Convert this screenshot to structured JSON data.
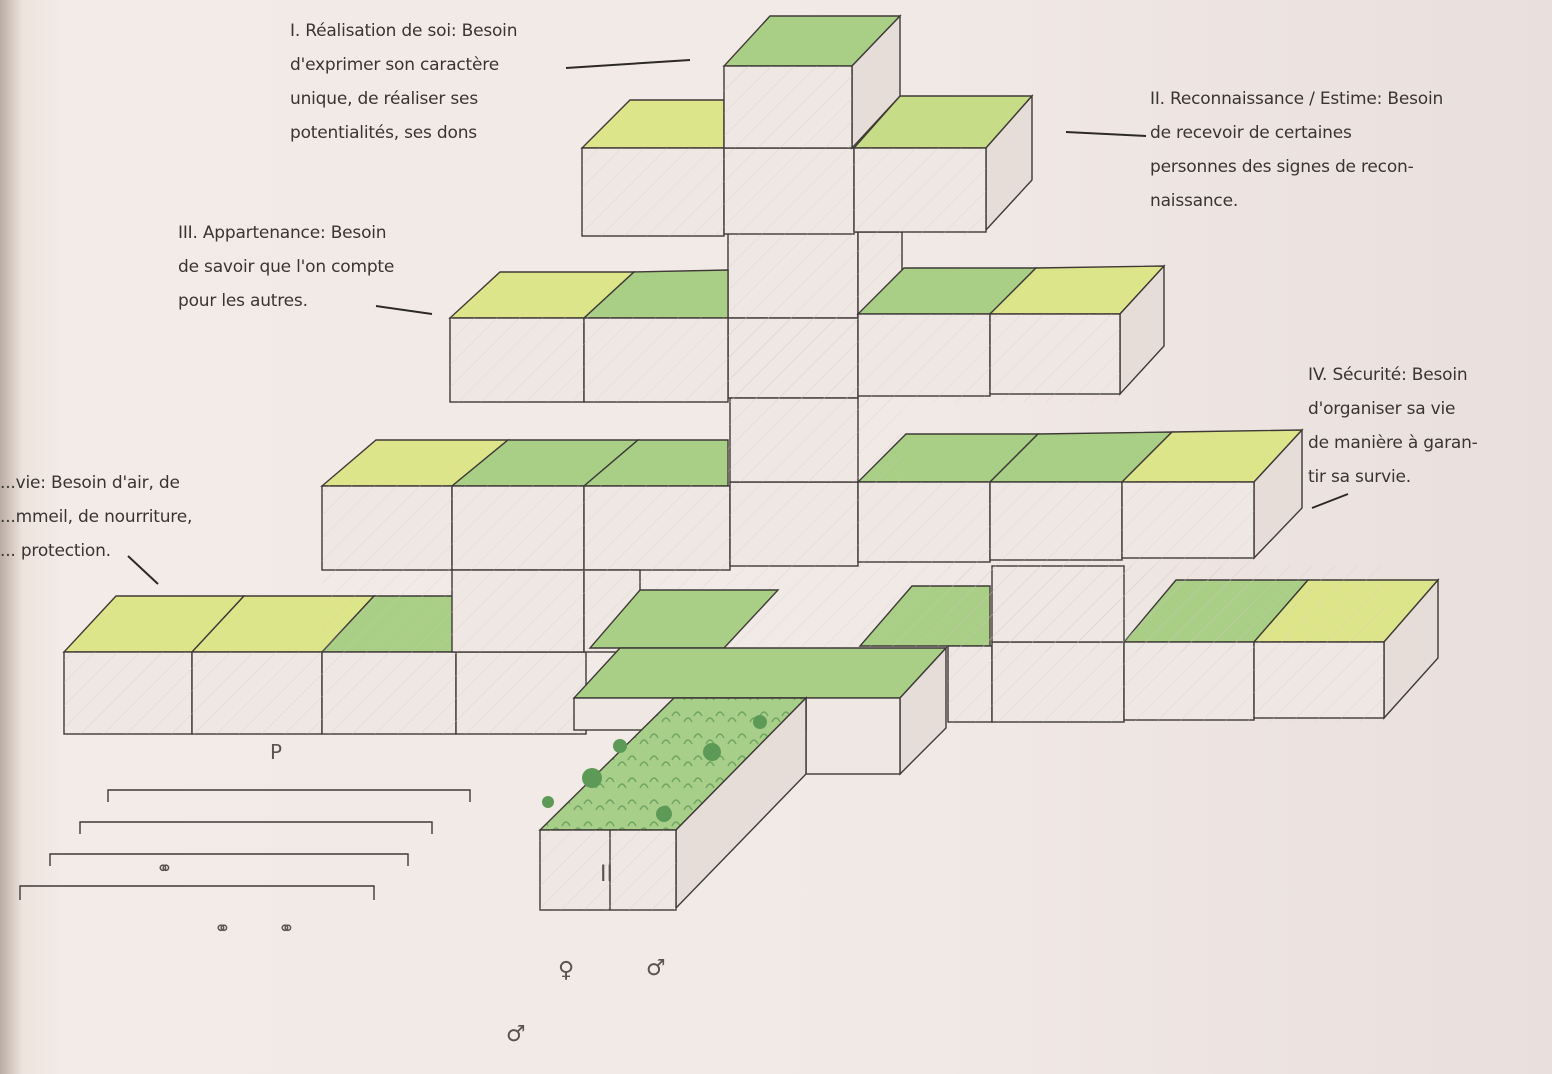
{
  "colors": {
    "paper": "#f1e9e6",
    "lime_top": "#dde58a",
    "green_top": "#a9cf86",
    "mixed_top": "#c7dc86",
    "pencil": "#3f3a36"
  },
  "labels": {
    "realisation": "I. Réalisation de soi: Besoin\nd'exprimer son caractère\nunique, de réaliser ses\npotentialités, ses dons",
    "reconnaissance": "II. Reconnaissance / Estime: Besoin\nde recevoir de certaines\npersonnes des signes de recon-\nnaissance.",
    "appartenance": "III. Appartenance: Besoin\nde savoir que l'on compte\npour les autres.",
    "securite": "IV. Sécurité: Besoin\nd'organiser sa vie\nde manière à garan-\ntir sa survie.",
    "survie": "...vie: Besoin d'air, de\n...mmeil, de nourriture,\n... protection."
  },
  "marks": {
    "scale_mark": "P",
    "entrance_mark": "II"
  },
  "icons": [
    "bicycle-icon",
    "bicycle-icon",
    "bicycle-icon",
    "person-icon",
    "person-icon",
    "person-icon"
  ]
}
